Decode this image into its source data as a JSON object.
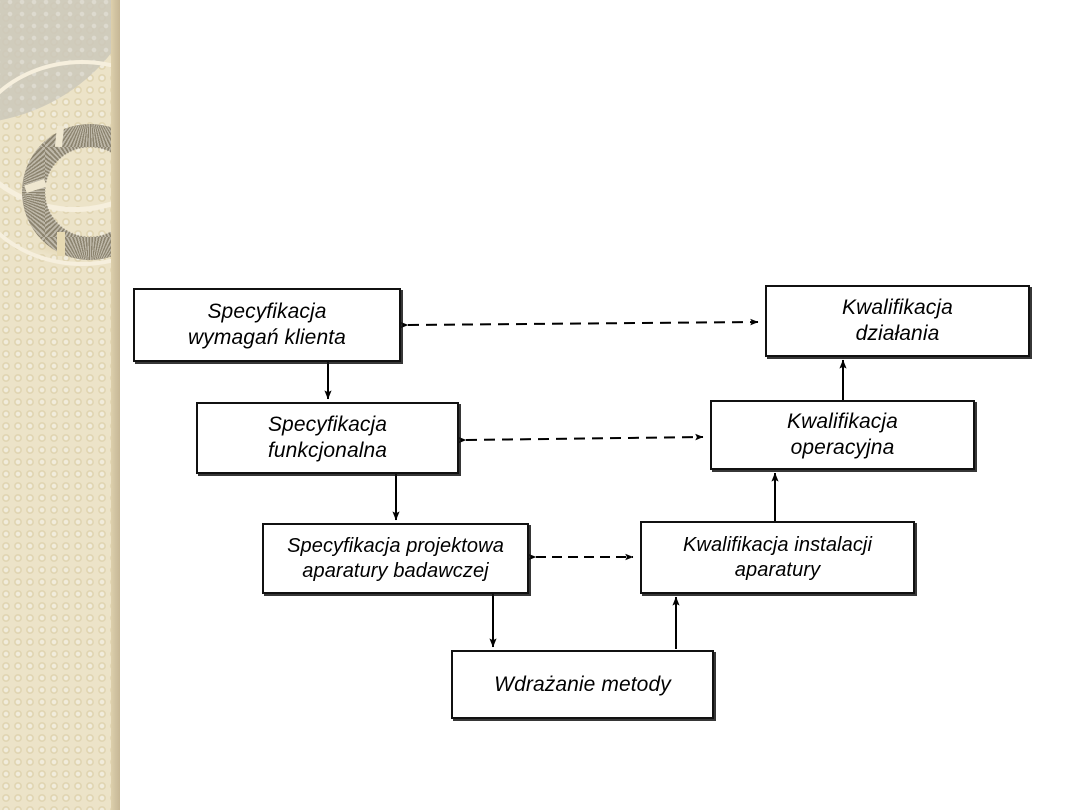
{
  "slide": {
    "background_color": "#ffffff",
    "sidebar": {
      "name": "decorative-sidebar",
      "base_color": "#ece3c8",
      "wedge_color": "#cdc9bb",
      "arc_color": "#f6efdd",
      "ring_color": "#a39a84",
      "edge_color": "#cfc1a0"
    }
  },
  "chart_data": {
    "type": "diagram",
    "title": "",
    "diagram_kind": "v-model-flowchart",
    "nodes": [
      {
        "id": "spec-wymagan-klienta",
        "label": "Specyfikacja\nwymagań klienta",
        "column": "left",
        "row": 1
      },
      {
        "id": "kwalifikacja-dzialania",
        "label": "Kwalifikacja\ndziałania",
        "column": "right",
        "row": 1
      },
      {
        "id": "spec-funkcjonalna",
        "label": "Specyfikacja\nfunkcjonalna",
        "column": "left",
        "row": 2
      },
      {
        "id": "kwalifikacja-operacyjna",
        "label": "Kwalifikacja\noperacyjna",
        "column": "right",
        "row": 2
      },
      {
        "id": "spec-projektowa",
        "label": "Specyfikacja projektowa\naparatury badawczej",
        "column": "left",
        "row": 3
      },
      {
        "id": "kwalifikacja-instalacji",
        "label": "Kwalifikacja instalacji\naparatury",
        "column": "right",
        "row": 3
      },
      {
        "id": "wdrazanie-metody",
        "label": "Wdrażanie metody",
        "column": "center",
        "row": 4
      }
    ],
    "edges": [
      {
        "from": "spec-wymagan-klienta",
        "to": "spec-funkcjonalna",
        "style": "solid",
        "direction": "down"
      },
      {
        "from": "spec-funkcjonalna",
        "to": "spec-projektowa",
        "style": "solid",
        "direction": "down"
      },
      {
        "from": "spec-projektowa",
        "to": "wdrazanie-metody",
        "style": "solid",
        "direction": "down"
      },
      {
        "from": "wdrazanie-metody",
        "to": "kwalifikacja-instalacji",
        "style": "solid",
        "direction": "up"
      },
      {
        "from": "kwalifikacja-instalacji",
        "to": "kwalifikacja-operacyjna",
        "style": "solid",
        "direction": "up"
      },
      {
        "from": "kwalifikacja-operacyjna",
        "to": "kwalifikacja-dzialania",
        "style": "solid",
        "direction": "up"
      },
      {
        "from": "spec-wymagan-klienta",
        "to": "kwalifikacja-dzialania",
        "style": "dashed",
        "direction": "both"
      },
      {
        "from": "spec-funkcjonalna",
        "to": "kwalifikacja-operacyjna",
        "style": "dashed",
        "direction": "both"
      },
      {
        "from": "spec-projektowa",
        "to": "kwalifikacja-instalacji",
        "style": "dashed",
        "direction": "both"
      }
    ],
    "line_color": "#000000",
    "node_fill": "#ffffff",
    "node_border": "#111111"
  }
}
